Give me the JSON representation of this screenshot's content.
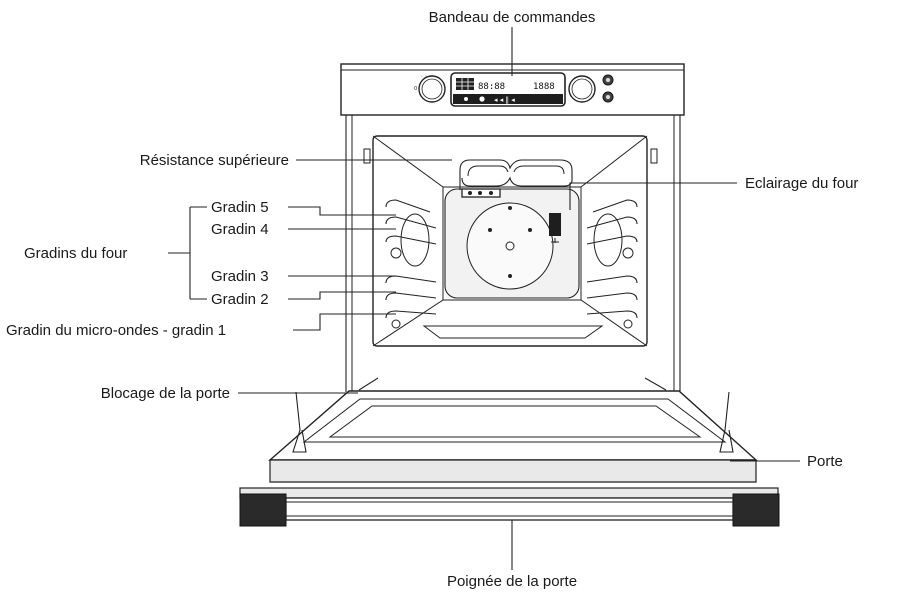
{
  "labels": {
    "control_panel": "Bandeau de commandes",
    "top_heater": "Résistance supérieure",
    "oven_light": "Eclairage du four",
    "oven_shelves": "Gradins du four",
    "shelf_5": "Gradin 5",
    "shelf_4": "Gradin 4",
    "shelf_3": "Gradin 3",
    "shelf_2": "Gradin 2",
    "shelf_1": "Gradin du micro-ondes - gradin 1",
    "door_lock": "Blocage de la porte",
    "door": "Porte",
    "door_handle": "Poignée de la porte"
  },
  "display": {
    "digits": "88:88",
    "digits_right": "1888"
  }
}
